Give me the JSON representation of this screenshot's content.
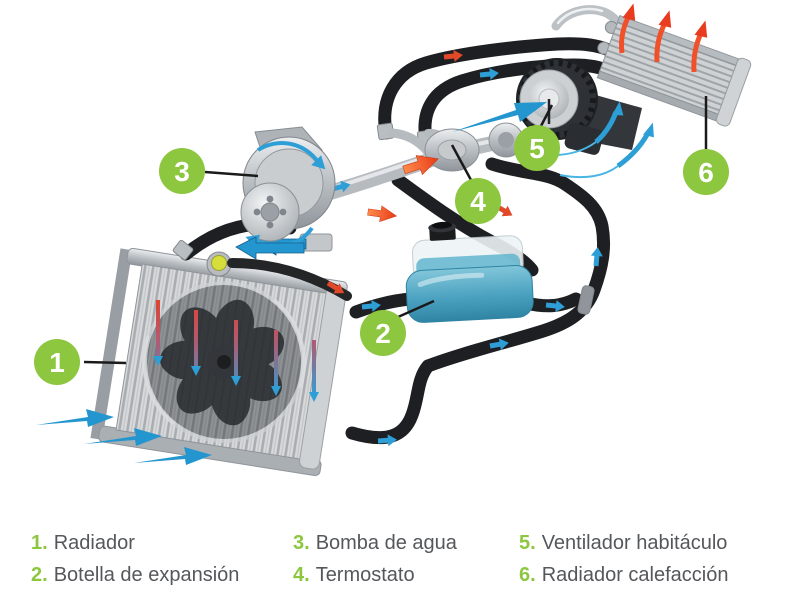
{
  "markers": [
    {
      "number": "1"
    },
    {
      "number": "2"
    },
    {
      "number": "3"
    },
    {
      "number": "4"
    },
    {
      "number": "5"
    },
    {
      "number": "6"
    }
  ],
  "legend": {
    "items": [
      {
        "number": "1.",
        "label": "Radiador"
      },
      {
        "number": "2.",
        "label": "Botella de expansión"
      },
      {
        "number": "3.",
        "label": "Bomba de agua"
      },
      {
        "number": "4.",
        "label": "Termostato"
      },
      {
        "number": "5.",
        "label": "Ventilador habitáculo"
      },
      {
        "number": "6.",
        "label": "Radiador calefacción"
      }
    ]
  },
  "colors": {
    "marker_green": "#8dc63f",
    "flow_cold_blue": "#2e9fd6",
    "flow_hot_orange": "#f2581f",
    "hose_black": "#1d1f22",
    "legend_text": "#55575b"
  }
}
